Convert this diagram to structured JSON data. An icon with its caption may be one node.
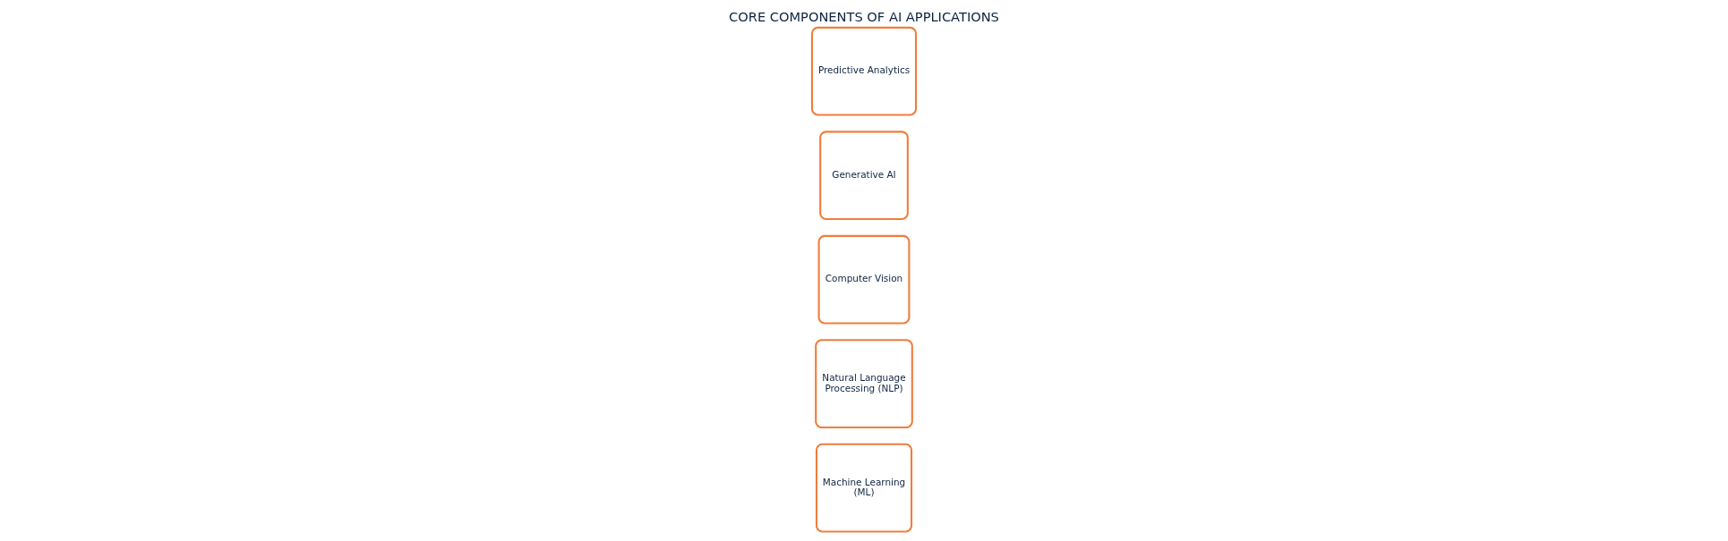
{
  "diagram": {
    "title": "CORE COMPONENTS OF AI APPLICATIONS",
    "nodes": [
      {
        "text": [
          "Machine Learning (ML)"
        ]
      },
      {
        "text": [
          "Natural Language Processing (NLP)"
        ]
      },
      {
        "text": [
          "Computer Vision"
        ]
      },
      {
        "text": [
          "Generative AI"
        ]
      },
      {
        "text": [
          "Predictive Analytics"
        ]
      }
    ]
  }
}
